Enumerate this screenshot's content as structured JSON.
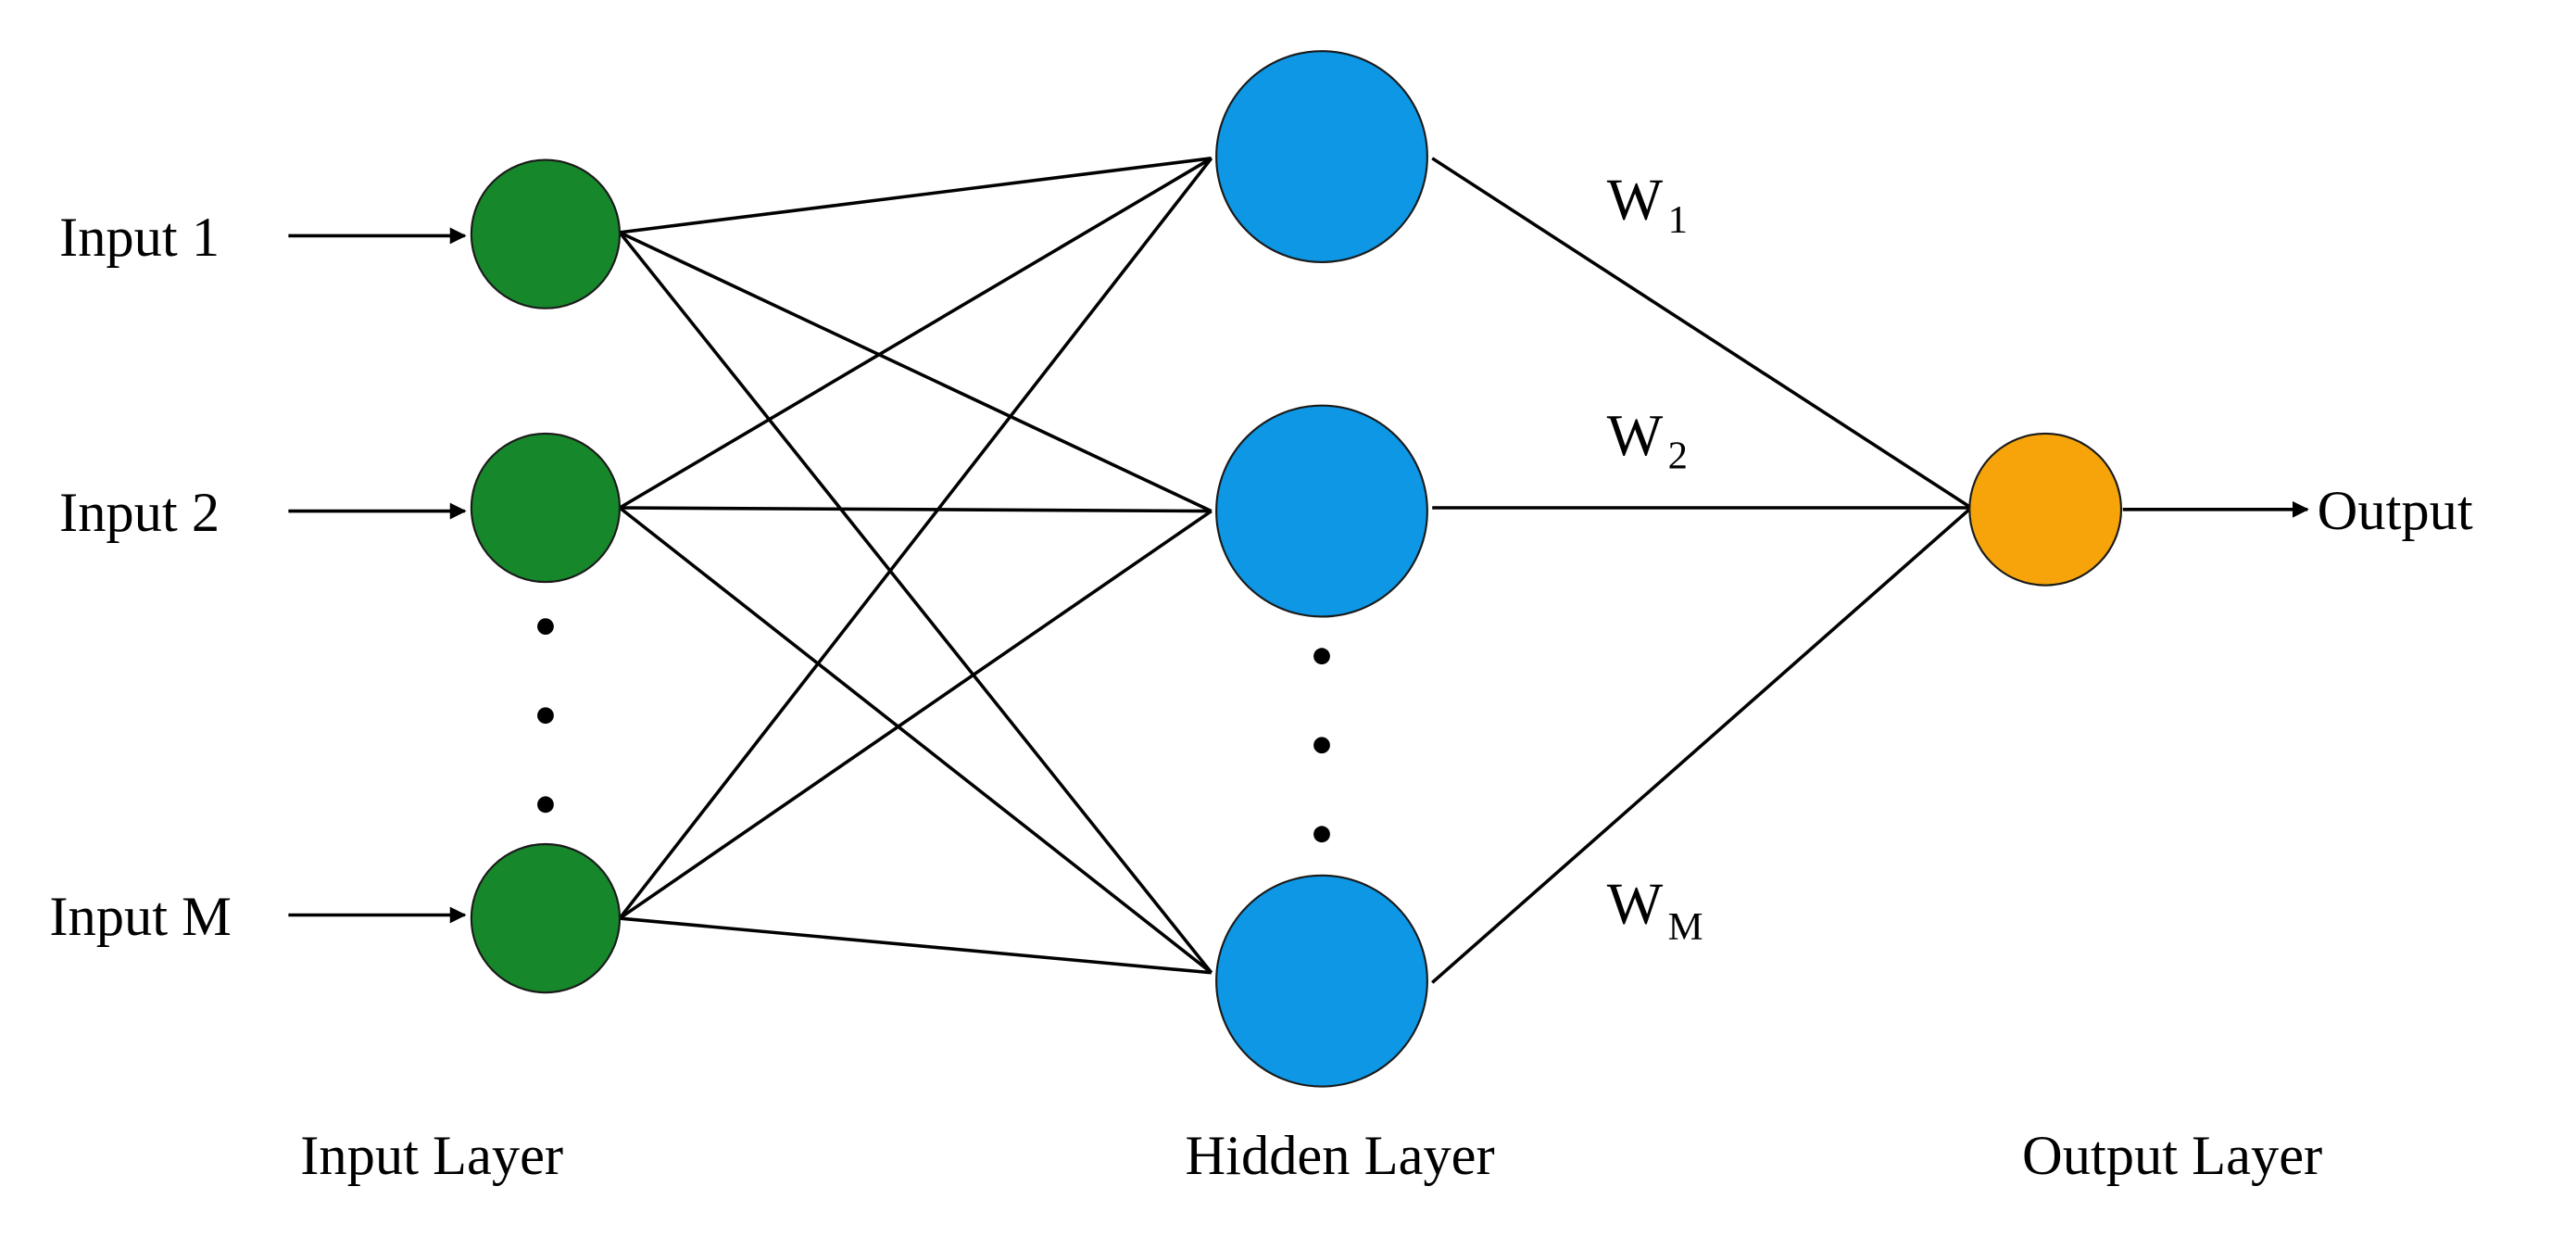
{
  "colors": {
    "input_node": "#16872a",
    "hidden_node": "#0d97e4",
    "output_node": "#f6a40a",
    "line": "#000000"
  },
  "inputs": [
    "Input 1",
    "Input 2",
    "Input M"
  ],
  "output": "Output",
  "weights": [
    {
      "main": "W",
      "sub": "1"
    },
    {
      "main": "W",
      "sub": "2"
    },
    {
      "main": "W",
      "sub": "M"
    }
  ],
  "layers": {
    "input": "Input Layer",
    "hidden": "Hidden Layer",
    "output": "Output Layer"
  }
}
